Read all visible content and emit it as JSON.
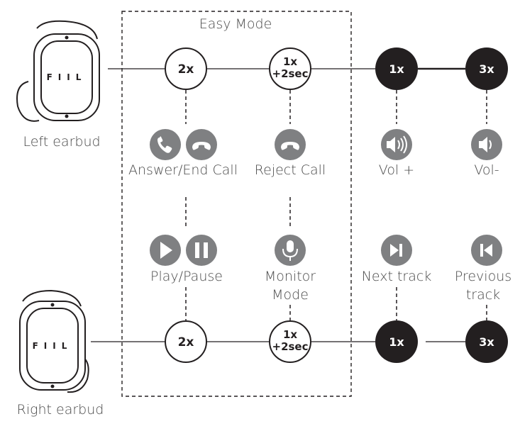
{
  "easy_mode_label": "Easy Mode",
  "left_earbud": {
    "label": "Left earbud",
    "brand": "FIIL",
    "taps": [
      {
        "label": "2x"
      },
      {
        "label_line1": "1x",
        "label_line2": "+2sec"
      },
      {
        "label": "1x"
      },
      {
        "label": "3x"
      }
    ],
    "actions": [
      {
        "label": "Answer/End Call",
        "icons": [
          "phone-answer-icon",
          "phone-hangup-icon"
        ]
      },
      {
        "label": "Reject Call",
        "icons": [
          "phone-hangup-icon"
        ]
      },
      {
        "label": "Vol +",
        "icons": [
          "volume-up-icon"
        ]
      },
      {
        "label": "Vol-",
        "icons": [
          "volume-down-icon"
        ]
      }
    ]
  },
  "right_earbud": {
    "label": "Right earbud",
    "brand": "FIIL",
    "taps": [
      {
        "label": "2x"
      },
      {
        "label_line1": "1x",
        "label_line2": "+2sec"
      },
      {
        "label": "1x"
      },
      {
        "label": "3x"
      }
    ],
    "actions": [
      {
        "label": "Play/Pause",
        "icons": [
          "play-icon",
          "pause-icon"
        ]
      },
      {
        "label_line1": "Monitor",
        "label_line2": "Mode",
        "icons": [
          "microphone-icon"
        ]
      },
      {
        "label": "Next track",
        "icons": [
          "next-track-icon"
        ]
      },
      {
        "label_line1": "Previous",
        "label_line2": "track",
        "icons": [
          "previous-track-icon"
        ]
      }
    ]
  },
  "colors": {
    "dark_fill": "#231f20",
    "icon_gray": "#7f8082",
    "label_gray": "#4a4a4a",
    "line": "#231f20"
  }
}
